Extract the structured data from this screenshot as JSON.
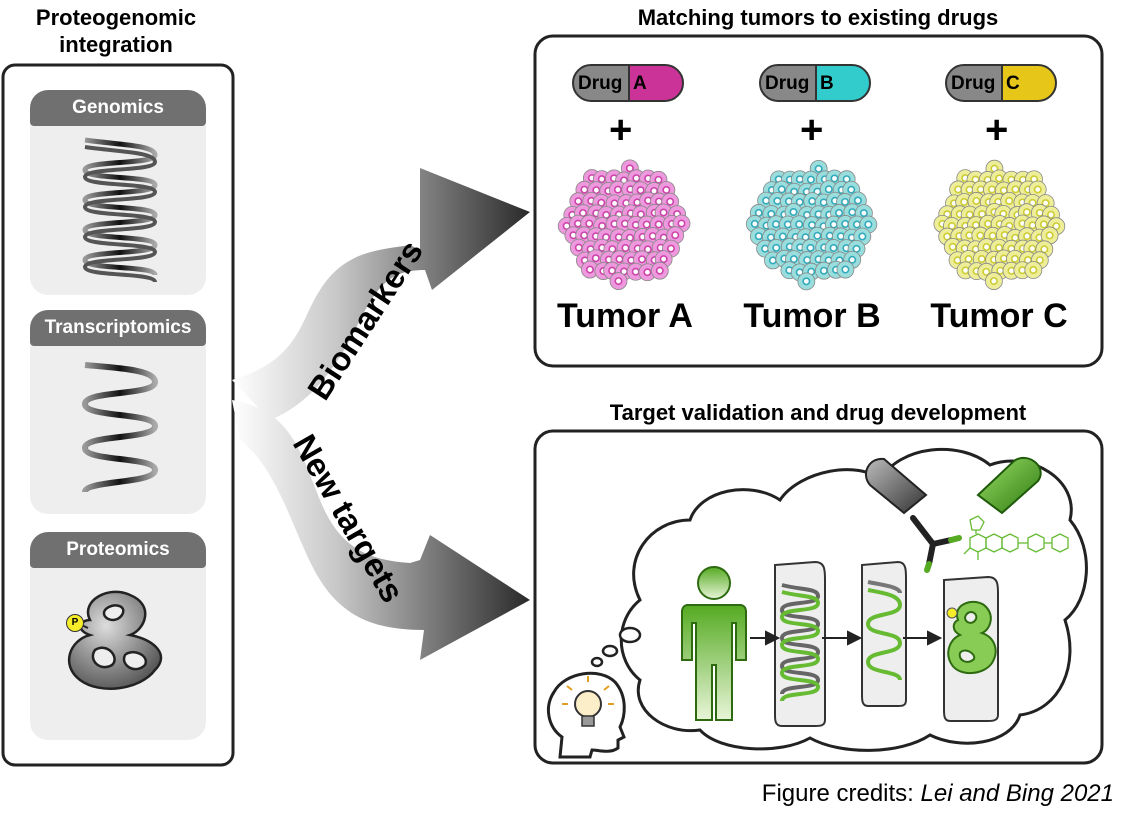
{
  "left": {
    "title_line1": "Proteogenomic",
    "title_line2": "integration",
    "sections": [
      {
        "label": "Genomics"
      },
      {
        "label": "Transcriptomics"
      },
      {
        "label": "Proteomics"
      }
    ],
    "phospho_label": "P"
  },
  "arrows": {
    "upper_label": "Biomarkers",
    "lower_label": "New targets"
  },
  "top_right": {
    "title": "Matching tumors to existing drugs",
    "drugs": [
      {
        "word": "Drug",
        "letter": "A",
        "color": "#cc3399"
      },
      {
        "word": "Drug",
        "letter": "B",
        "color": "#33cccc"
      },
      {
        "word": "Drug",
        "letter": "C",
        "color": "#e6c619"
      }
    ],
    "plus": "+",
    "tumors": [
      {
        "label": "Tumor A",
        "color": "#ee99dd",
        "nucleus": "#cc44aa"
      },
      {
        "label": "Tumor B",
        "color": "#99dddd",
        "nucleus": "#33aabb"
      },
      {
        "label": "Tumor C",
        "color": "#eeee99",
        "nucleus": "#cccc33"
      }
    ]
  },
  "bottom_right": {
    "title": "Target validation and drug development"
  },
  "credits": {
    "prefix": "Figure credits: ",
    "citation": "Lei and Bing 2021"
  },
  "colors": {
    "green": "#55aa22",
    "panel_gray": "#eeeeee",
    "pill_gray": "#707070"
  }
}
